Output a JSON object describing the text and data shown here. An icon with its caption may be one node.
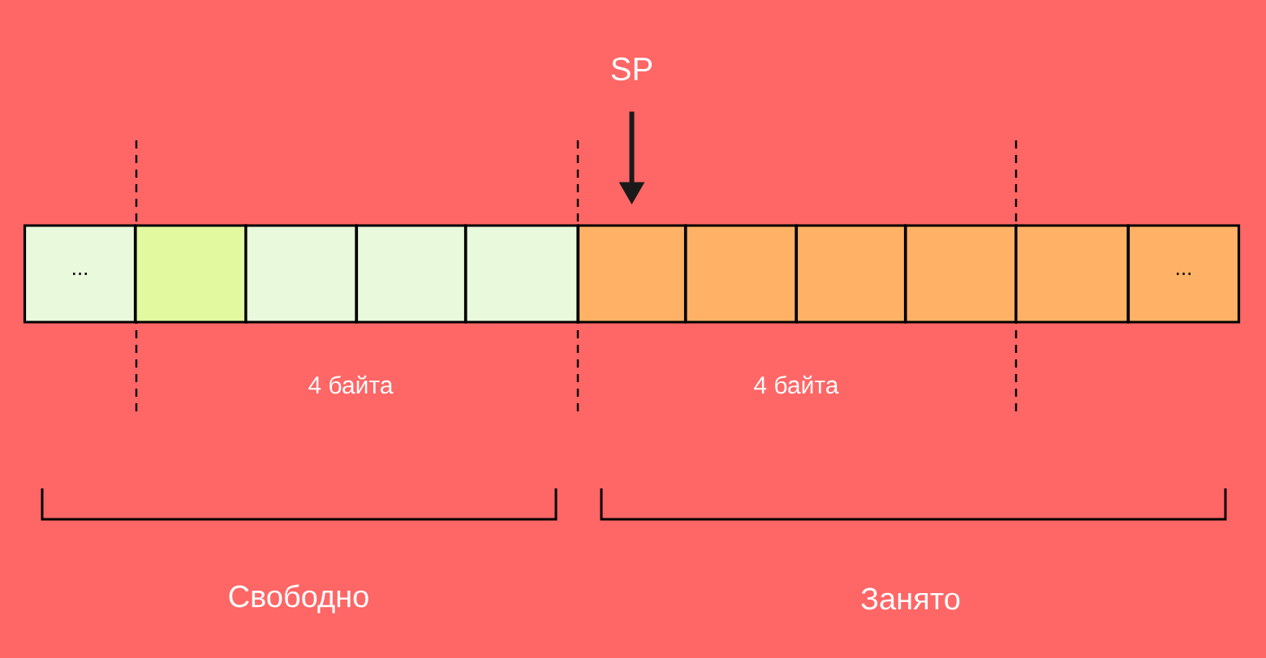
{
  "diagram": {
    "nodes": [
      {
        "text": [
          "SP"
        ]
      },
      {
        "text": [
          "..."
        ]
      },
      {
        "text": [],
        "shape": "box"
      },
      {
        "text": [],
        "shape": "box"
      },
      {
        "text": [],
        "shape": "box"
      },
      {
        "text": [],
        "shape": "box"
      },
      {
        "text": [],
        "shape": "box"
      },
      {
        "text": [],
        "shape": "box"
      },
      {
        "text": [],
        "shape": "box"
      },
      {
        "text": [],
        "shape": "box"
      },
      {
        "text": [],
        "shape": "box"
      },
      {
        "text": [
          "..."
        ]
      }
    ],
    "edges": [
      {
        "from": 0,
        "to": 6,
        "arrow": "to"
      }
    ],
    "labels": [
      "4 байта",
      "4 байта",
      "Свободно",
      "Занято"
    ]
  }
}
